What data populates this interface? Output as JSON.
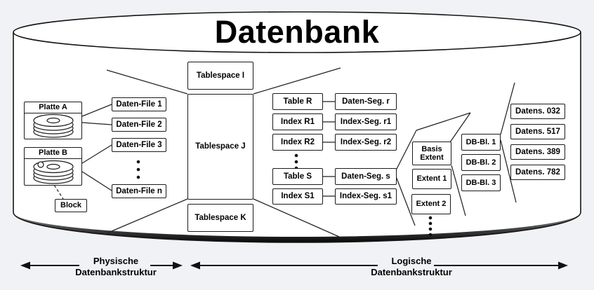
{
  "title": "Datenbank",
  "physical_disks": {
    "platte_a": "Platte A",
    "platte_b": "Platte B",
    "block": "Block"
  },
  "data_files": [
    "Daten-File 1",
    "Daten-File 2",
    "Daten-File 3",
    "Daten-File n"
  ],
  "tablespaces": [
    "Tablespace I",
    "Tablespace J",
    "Tablespace K"
  ],
  "logical_objects": [
    "Table R",
    "Index R1",
    "Index R2",
    "Table S",
    "Index S1"
  ],
  "segments": [
    "Daten-Seg. r",
    "Index-Seg. r1",
    "Index-Seg. r2",
    "Daten-Seg. s",
    "Index-Seg. s1"
  ],
  "extents": [
    "Basis Extent",
    "Extent 1",
    "Extent 2"
  ],
  "db_blocks": [
    "DB-Bl. 1",
    "DB-Bl. 2",
    "DB-Bl. 3"
  ],
  "records": [
    "Datens. 032",
    "Datens. 517",
    "Datens. 389",
    "Datens. 782"
  ],
  "legend": {
    "physical_line1": "Physische",
    "physical_line2": "Datenbankstruktur",
    "logical_line1": "Logische",
    "logical_line2": "Datenbankstruktur"
  },
  "colors": {
    "ink": "#111111",
    "background": "#f1f2f5",
    "surface": "#ffffff"
  }
}
